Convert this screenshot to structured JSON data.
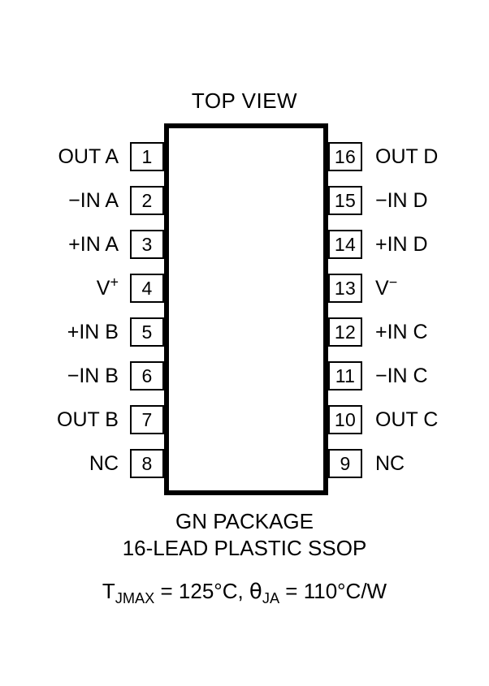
{
  "diagram": {
    "title": "TOP VIEW",
    "package_outline": {
      "style": "rectangle",
      "border_color": "#000000",
      "fill_color": "#ffffff"
    },
    "pins_left": [
      {
        "number": "1",
        "label": "OUT A"
      },
      {
        "number": "2",
        "label": "−IN A"
      },
      {
        "number": "3",
        "label": "+IN A"
      },
      {
        "number": "4",
        "label": "V",
        "sup": "+"
      },
      {
        "number": "5",
        "label": "+IN B"
      },
      {
        "number": "6",
        "label": "−IN B"
      },
      {
        "number": "7",
        "label": "OUT B"
      },
      {
        "number": "8",
        "label": "NC"
      }
    ],
    "pins_right": [
      {
        "number": "16",
        "label": "OUT D"
      },
      {
        "number": "15",
        "label": "−IN D"
      },
      {
        "number": "14",
        "label": "+IN D"
      },
      {
        "number": "13",
        "label": "V",
        "sup": "−"
      },
      {
        "number": "12",
        "label": "+IN C"
      },
      {
        "number": "11",
        "label": "−IN C"
      },
      {
        "number": "10",
        "label": "OUT C"
      },
      {
        "number": "9",
        "label": "NC"
      }
    ],
    "caption": {
      "package_name": "GN PACKAGE",
      "package_desc": "16-LEAD PLASTIC SSOP",
      "thermal": {
        "tj_symbol": "T",
        "tj_subscript": "JMAX",
        "tj_value": " = 125°C, ",
        "theta_symbol": "θ",
        "theta_subscript": "JA",
        "theta_value": " = 110°C/W"
      }
    }
  }
}
